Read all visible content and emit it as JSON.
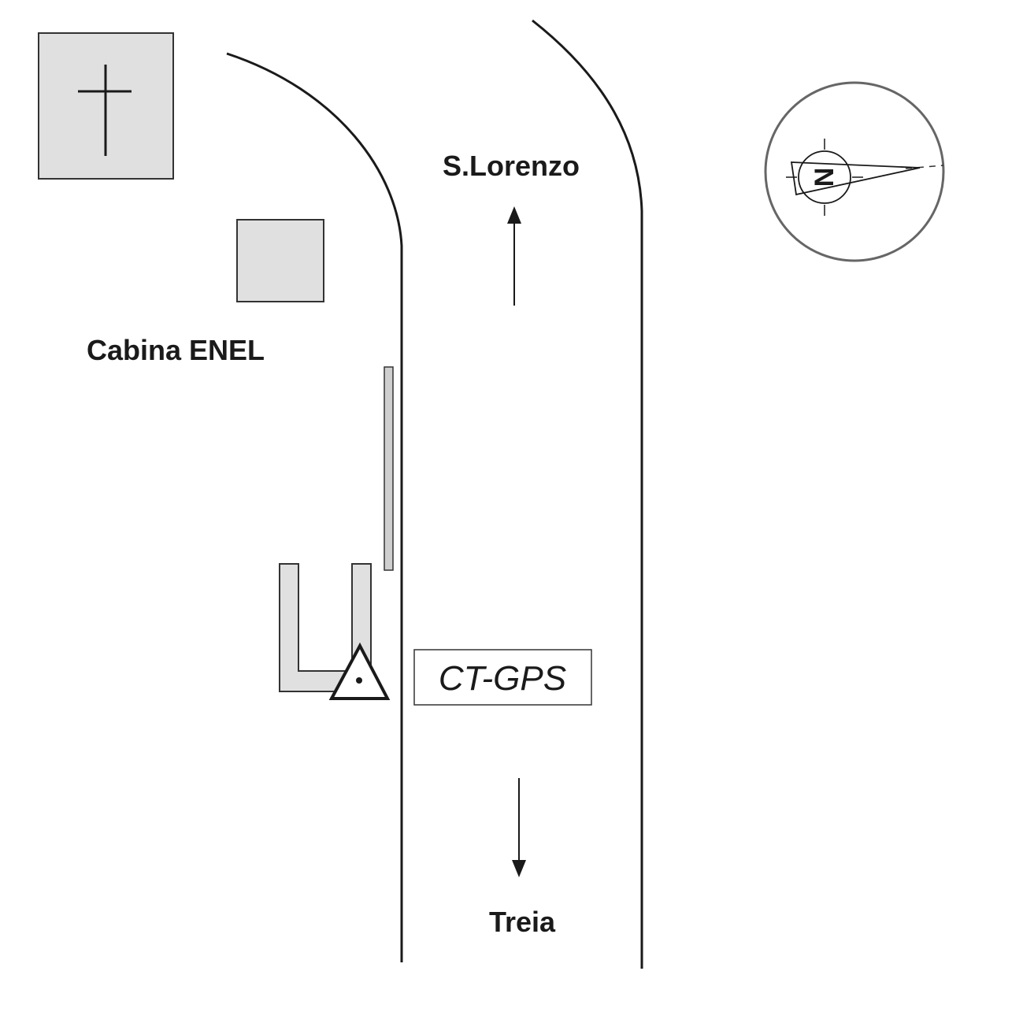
{
  "labels": {
    "north_destination": "S.Lorenzo",
    "south_destination": "Treia",
    "substation": "Cabina ENEL",
    "station": "CT-GPS"
  },
  "compass": {
    "north_letter": "N"
  },
  "colors": {
    "line": "#1a1a1a",
    "building_fill": "#e0e0e0",
    "building_stroke": "#333333",
    "compass_ring": "#666666"
  }
}
